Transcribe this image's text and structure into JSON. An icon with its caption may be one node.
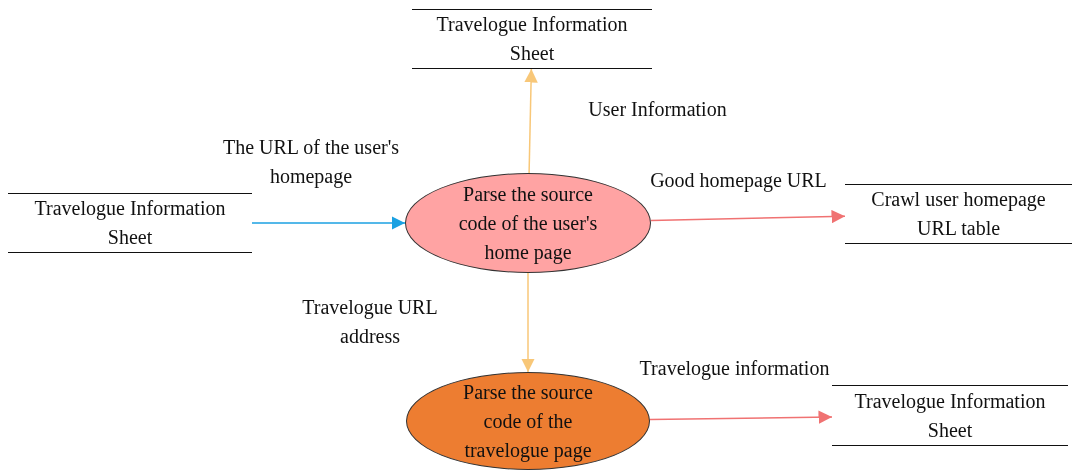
{
  "diagram": {
    "nodes": [
      {
        "text": [
          "Travelogue Information Sheet"
        ]
      },
      {
        "text": [
          "Travelogue Information Sheet"
        ]
      },
      {
        "text": [
          "Parse the source code of the user's home page"
        ]
      },
      {
        "text": [
          "Crawl user homepage URL table"
        ]
      },
      {
        "text": [
          "Parse the source code of the travelogue page"
        ]
      },
      {
        "text": [
          "Travelogue Information Sheet"
        ]
      }
    ],
    "edges": [
      {
        "from": 1,
        "to": 2,
        "arrow": "to",
        "label": "The URL of the user's homepage",
        "color": "#1ba1e2"
      },
      {
        "from": 2,
        "to": 0,
        "arrow": "to",
        "label": "User Information",
        "color": "#f8c778"
      },
      {
        "from": 2,
        "to": 3,
        "arrow": "to",
        "label": "Good homepage URL",
        "color": "#f07272"
      },
      {
        "from": 2,
        "to": 4,
        "arrow": "to",
        "label": "Travelogue URL address",
        "color": "#f8c778"
      },
      {
        "from": 4,
        "to": 5,
        "arrow": "to",
        "label": "Travelogue information",
        "color": "#f07272"
      }
    ]
  }
}
